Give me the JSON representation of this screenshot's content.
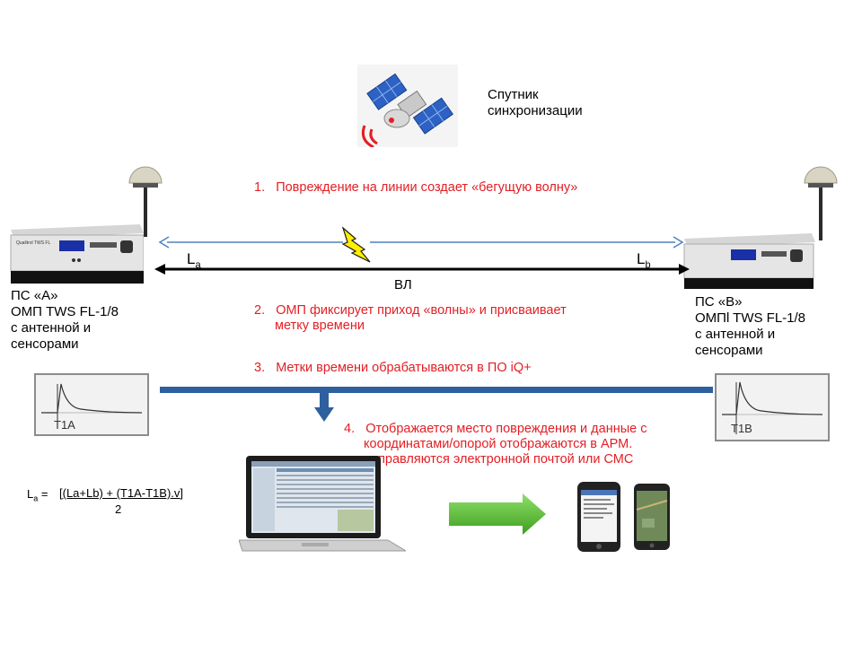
{
  "satellite": {
    "label_line1": "Спутник",
    "label_line2": "синхронизации",
    "icon": "satellite-icon"
  },
  "steps": [
    {
      "num": "1.",
      "text": "Повреждение на линии создает «бегущую волну»"
    },
    {
      "num": "2.",
      "text_line1": "ОМП фиксирует приход «волны» и присваивает",
      "text_line2": "метку времени"
    },
    {
      "num": "3.",
      "text": "Метки времени обрабатываются в ПО iQ+"
    },
    {
      "num": "4.",
      "text_line1": "Отображается место повреждения и данные с",
      "text_line2": "координатами/опорой отображаются в АРМ.",
      "text_line3": "направляются электронной почтой или СМС"
    }
  ],
  "line": {
    "label": "ВЛ",
    "la": "L",
    "la_sub": "a",
    "lb": "L",
    "lb_sub": "b"
  },
  "station_a": {
    "line1": "ПС «А»",
    "line2": "ОМП TWS FL-1/8",
    "line3": "с антенной и",
    "line4": "сенсорами"
  },
  "station_b": {
    "line1": "ПС «В»",
    "line2": "ОМПl TWS FL-1/8",
    "line3": "с антенной и",
    "line4": "сенсорами"
  },
  "waveforms": {
    "a_label": "T1A",
    "b_label": "T1B"
  },
  "formula": {
    "lhs": "L",
    "lhs_sub": "a",
    "eq": " =",
    "numerator": "[(La+Lb) + (T1A-T1B).v]",
    "denominator": "2"
  },
  "colors": {
    "red": "#e31e24",
    "blue_arrow": "#2e5f9e",
    "green_arrow": "#5cb82e",
    "line": "#000000",
    "thin_arrow": "#4f81bd"
  }
}
